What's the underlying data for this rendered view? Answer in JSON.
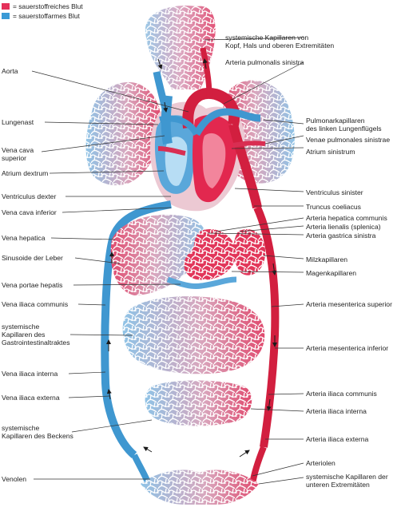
{
  "legend": [
    {
      "label": "= sauerstoffreiches Blut",
      "color": "#e4315a"
    },
    {
      "label": "= sauerstoffarmes Blut",
      "color": "#3a9ad6"
    }
  ],
  "labels_left": [
    {
      "id": "aorta",
      "text": "Aorta"
    },
    {
      "id": "lungenast",
      "text": "Lungenast"
    },
    {
      "id": "vena-cava-superior",
      "text": "Vena cava\nsuperior"
    },
    {
      "id": "atrium-dextrum",
      "text": "Atrium dextrum"
    },
    {
      "id": "ventriculus-dexter",
      "text": "Ventriculus dexter"
    },
    {
      "id": "vena-cava-inferior",
      "text": "Vena cava inferior"
    },
    {
      "id": "vena-hepatica",
      "text": "Vena hepatica"
    },
    {
      "id": "sinusoide-der-leber",
      "text": "Sinusoide der Leber"
    },
    {
      "id": "vena-portae-hepatis",
      "text": "Vena portae hepatis"
    },
    {
      "id": "vena-iliaca-communis-left",
      "text": "Vena iliaca communis"
    },
    {
      "id": "kapillaren-gastro",
      "text": "systemische\nKapillaren des\nGastrointestinaltraktes"
    },
    {
      "id": "vena-iliaca-interna",
      "text": "Vena iliaca interna"
    },
    {
      "id": "vena-iliaca-externa",
      "text": "Vena iliaca externa"
    },
    {
      "id": "kapillaren-becken",
      "text": "systemische\nKapillaren des Beckens"
    },
    {
      "id": "venolen",
      "text": "Venolen"
    }
  ],
  "labels_right": [
    {
      "id": "kapillaren-kopf",
      "text": "systemische Kapillaren von\nKopf, Hals und oberen Extremitäten"
    },
    {
      "id": "arteria-pulmonalis-sinistra",
      "text": "Arteria pulmonalis sinistra"
    },
    {
      "id": "pulmonarkapillaren",
      "text": "Pulmonarkapillaren\ndes linken Lungenflügels"
    },
    {
      "id": "venae-pulmonales-sinistrae",
      "text": "Venae pulmonales sinistrae"
    },
    {
      "id": "atrium-sinistrum",
      "text": "Atrium sinistrum"
    },
    {
      "id": "ventriculus-sinister",
      "text": "Ventriculus sinister"
    },
    {
      "id": "truncus-coeliacus",
      "text": "Truncus coeliacus"
    },
    {
      "id": "arteria-hepatica-communis",
      "text": "Arteria hepatica communis"
    },
    {
      "id": "arteria-lienalis",
      "text": "Arteria lienalis (splenica)"
    },
    {
      "id": "arteria-gastrica-sinistra",
      "text": "Arteria gastrica sinistra"
    },
    {
      "id": "milzkapillaren",
      "text": "Milzkapillaren"
    },
    {
      "id": "magenkapillaren",
      "text": "Magenkapillaren"
    },
    {
      "id": "arteria-mesenterica-superior",
      "text": "Arteria mesenterica superior"
    },
    {
      "id": "arteria-mesenterica-inferior",
      "text": "Arteria mesenterica inferior"
    },
    {
      "id": "arteria-iliaca-communis",
      "text": "Arteria iliaca communis"
    },
    {
      "id": "arteria-iliaca-interna",
      "text": "Arteria iliaca interna"
    },
    {
      "id": "arteria-iliaca-externa",
      "text": "Arteria iliaca externa"
    },
    {
      "id": "arteriolen",
      "text": "Arteriolen"
    },
    {
      "id": "kapillaren-untere",
      "text": "systemische Kapillaren der\nunteren Extremitäten"
    }
  ]
}
